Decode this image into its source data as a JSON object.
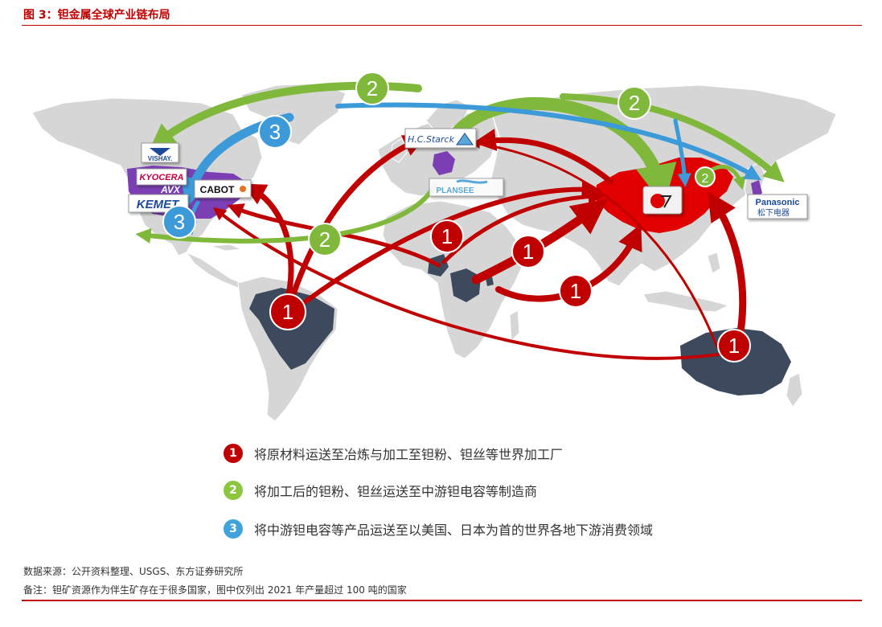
{
  "figure_title": "图 3：钽金属全球产业链布局",
  "companies": {
    "vishay": "VISHAY.",
    "kyocera": "KYOCERA",
    "avx": "AVX",
    "kemet": "KEMET",
    "cabot": "CABOT",
    "hc_starck": "H.C.Starck",
    "plansee": "PLANSEE",
    "panasonic": "Panasonic",
    "panasonic_cn": "松下电器"
  },
  "route_badges": {
    "raw": "1",
    "processed": "2",
    "finished": "3"
  },
  "legend": [
    {
      "number": "1",
      "color": "#c00000",
      "text": "将原材料运送至冶炼与加工至钽粉、钽丝等世界加工厂"
    },
    {
      "number": "2",
      "color": "#8cc63f",
      "text": "将加工后的钽粉、钽丝运送至中游钽电容等制造商"
    },
    {
      "number": "3",
      "color": "#41a3dc",
      "text": "将中游钽电容等产品运送至以美国、日本为首的世界各地下游消费领域"
    }
  ],
  "colors": {
    "raw_route": "#c00000",
    "processed_route": "#7fb83a",
    "finished_route": "#3d9ad8",
    "land": "#d6d6d6",
    "mining_countries": "#3d4a5e",
    "china": "#e00000",
    "manufacturers": "#7b3fb3"
  },
  "source_note": "数据来源：公开资料整理、USGS、东方证券研究所",
  "remark_note": "备注：钽矿资源作为伴生矿存在于很多国家，图中仅列出 2021 年产量超过 100 吨的国家"
}
